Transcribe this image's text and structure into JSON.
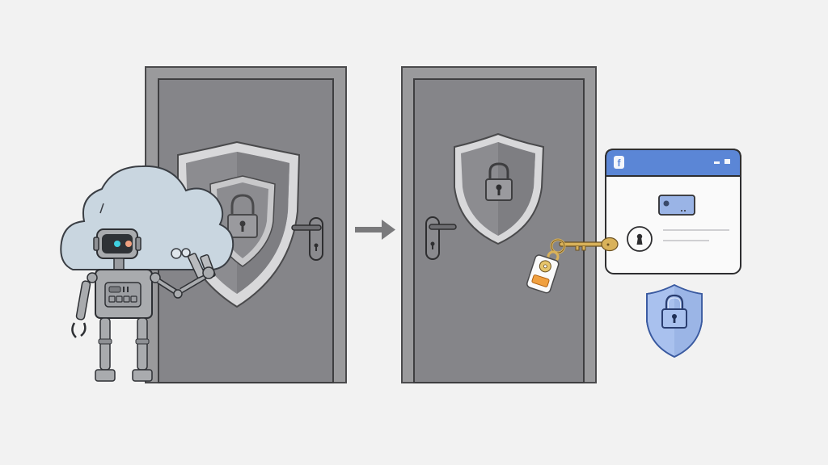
{
  "scene": {
    "title": "Cloud robot access transition illustration",
    "background": "#f2f2f2"
  },
  "colors": {
    "door_frame": "#9a9a9c",
    "door_panel": "#858589",
    "door_outline": "#4a4a4c",
    "shield_silver": "#d8d8da",
    "shield_inner": "#8c8c90",
    "cloud": "#c9d6e0",
    "cloud_outline": "#3a3e44",
    "robot_metal": "#a9abae",
    "robot_eye_left": "#3fd0e0",
    "robot_eye_right": "#f0a080",
    "arrow": "#7a7a7c",
    "key_gold": "#d9b25a",
    "tag_orange": "#f0a040",
    "window_header": "#5b86d6",
    "window_body": "#fafafa",
    "card_blue": "#9ab4e6",
    "badge_shield": "#a9c1ee",
    "badge_outline": "#3a5aa0"
  },
  "elements": {
    "left_door": {
      "label": "Locked door with shield"
    },
    "robot": {
      "label": "Cloud robot"
    },
    "arrow": {
      "label": "Transition arrow"
    },
    "right_door": {
      "label": "Door with shield and key"
    },
    "key": {
      "label": "Gold key with tag"
    },
    "app_window": {
      "label": "Login window",
      "header_icon": "f"
    },
    "security_badge": {
      "label": "Blue security shield"
    }
  }
}
